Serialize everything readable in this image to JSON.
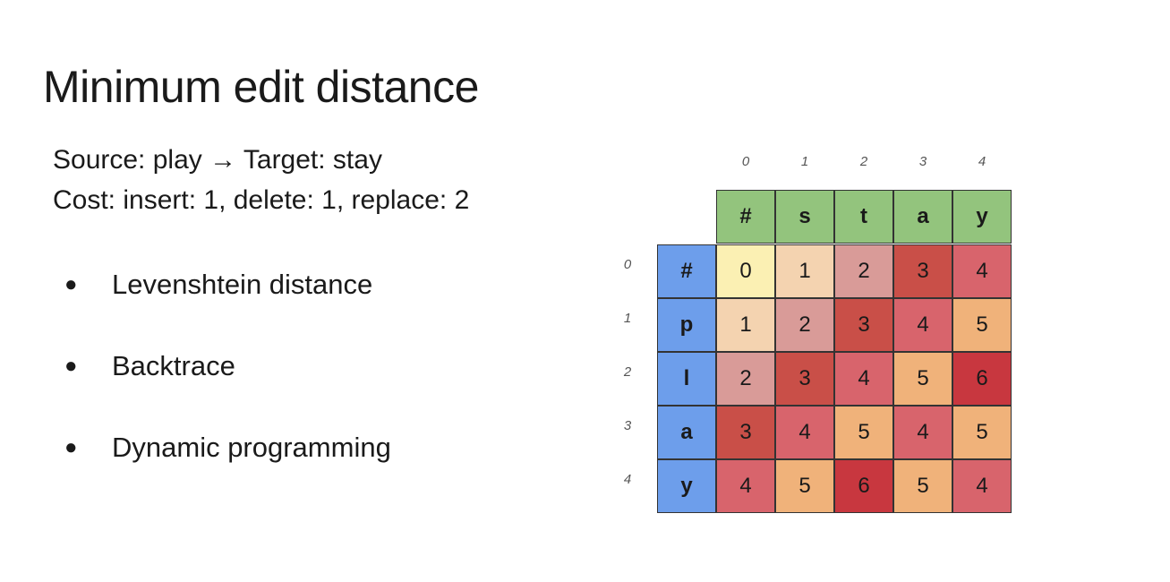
{
  "title": "Minimum edit distance",
  "source_line": "Source: play → Target: stay",
  "cost_line": "Cost: insert: 1,  delete: 1, replace: 2",
  "bullets": [
    "Levenshtein distance",
    "Backtrace",
    "Dynamic programming"
  ],
  "bullet_glyph": "●",
  "matrix": {
    "col_indices": [
      "0",
      "1",
      "2",
      "3",
      "4"
    ],
    "row_indices": [
      "0",
      "1",
      "2",
      "3",
      "4"
    ],
    "target_chars": [
      "#",
      "s",
      "t",
      "a",
      "y"
    ],
    "source_chars": [
      "#",
      "p",
      "l",
      "a",
      "y"
    ],
    "values": [
      [
        "0",
        "1",
        "2",
        "3",
        "4"
      ],
      [
        "1",
        "2",
        "3",
        "4",
        "5"
      ],
      [
        "2",
        "3",
        "4",
        "5",
        "6"
      ],
      [
        "3",
        "4",
        "5",
        "4",
        "5"
      ],
      [
        "4",
        "5",
        "6",
        "5",
        "4"
      ]
    ],
    "cell_colors": [
      [
        "#fbf0b3",
        "#f4d3b0",
        "#d99b98",
        "#c94f48",
        "#d8646c"
      ],
      [
        "#f4d3b0",
        "#d99b98",
        "#c94f48",
        "#d8646c",
        "#f0b27a"
      ],
      [
        "#d99b98",
        "#c94f48",
        "#d8646c",
        "#f0b27a",
        "#c8373f"
      ],
      [
        "#c94f48",
        "#d8646c",
        "#f0b27a",
        "#d8646c",
        "#f0b27a"
      ],
      [
        "#d8646c",
        "#f0b27a",
        "#c8373f",
        "#f0b27a",
        "#d8646c"
      ]
    ],
    "header_color": "#93c47d",
    "side_color": "#6d9eeb"
  }
}
